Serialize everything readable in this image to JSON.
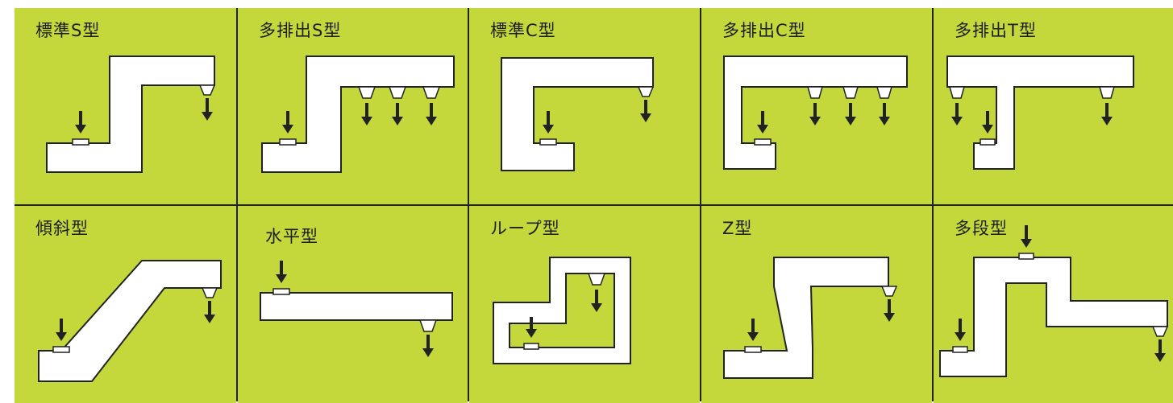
{
  "colors": {
    "panel": "#c5d83b",
    "shape": "#ffffff",
    "ink": "#222222"
  },
  "cells": [
    {
      "label": "標準S型"
    },
    {
      "label": "多排出S型"
    },
    {
      "label": "標準C型"
    },
    {
      "label": "多排出C型"
    },
    {
      "label": "多排出T型"
    },
    {
      "label": "傾斜型"
    },
    {
      "label": "水平型"
    },
    {
      "label": "ループ型"
    },
    {
      "label": "Z型"
    },
    {
      "label": "多段型"
    }
  ]
}
